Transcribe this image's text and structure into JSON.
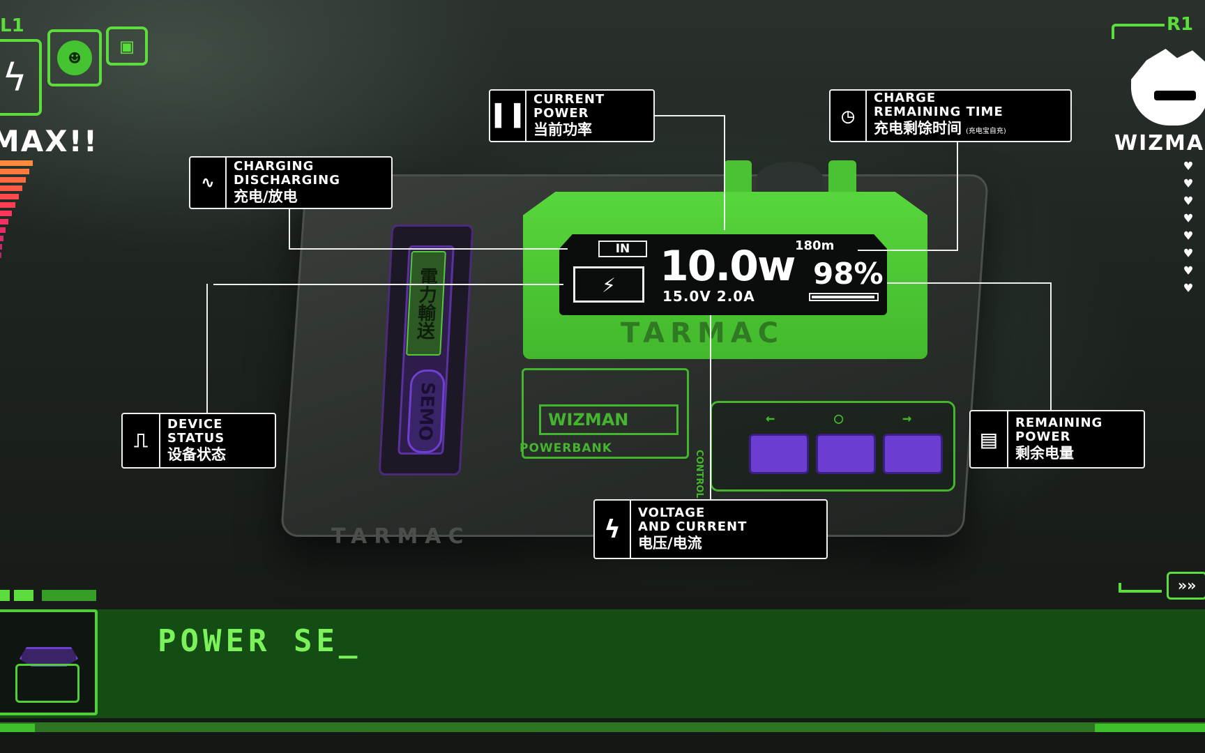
{
  "hud_left": {
    "shoulder_label": "L1",
    "status_text": "MAX!!",
    "gauge_levels": [
      0.47,
      0.42,
      0.37,
      0.32,
      0.27,
      0.22,
      0.17,
      0.12,
      0.08,
      0.05,
      0.03,
      0.02
    ]
  },
  "hud_right": {
    "shoulder_label": "R1",
    "player_name": "WIZMAN",
    "hearts": 8,
    "fast_forward_symbol": "»»"
  },
  "device": {
    "bottom_print": "TARMAC",
    "plate_brand": "TARMAC",
    "strip_text": "電力輸送",
    "strip_logo": "SEMO",
    "pcb_label": "WIZMAN",
    "pcb_sub": "POWERBANK",
    "control_word": "CONTROL",
    "control_arrows": [
      "←",
      "○",
      "→"
    ]
  },
  "lcd": {
    "mode": "IN",
    "watt": "10.0w",
    "voltage_current": "15.0V 2.0A",
    "time": "180m",
    "percent": "98%",
    "battery_fill": 0.98
  },
  "callouts": {
    "current_power": {
      "en1": "CURRENT",
      "en2": "POWER",
      "zh": "当前功率"
    },
    "charge_time": {
      "en1": "CHARGE",
      "en2": "REMAINING TIME",
      "zh": "充电剩馀时间",
      "zh_note": "(充电宝自充)"
    },
    "charging": {
      "en1": "CHARGING",
      "en2": "DISCHARGING",
      "zh": "充电/放电"
    },
    "device_status": {
      "en1": "DEVICE",
      "en2": "STATUS",
      "zh": "设备状态"
    },
    "remaining_power": {
      "en1": "REMAINING",
      "en2": "POWER",
      "zh": "剩余电量"
    },
    "voltage": {
      "en1": "VOLTAGE",
      "en2": "AND CURRENT",
      "zh": "电压/电流"
    }
  },
  "dialog": {
    "text": "POWER SE_"
  },
  "colors": {
    "accent_green": "#5cdc3d",
    "device_green": "#4bc233",
    "button_purple": "#6b3ed1",
    "dialog_band": "#134d13"
  }
}
